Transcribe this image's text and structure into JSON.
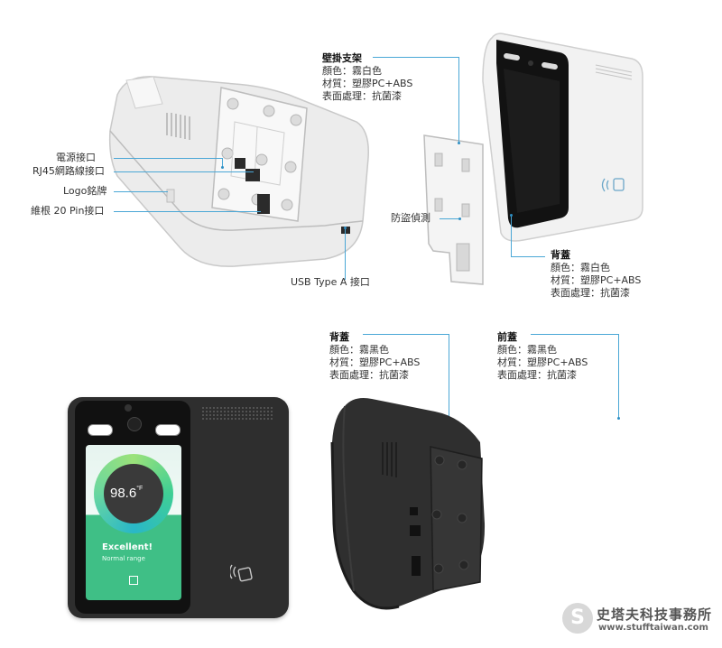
{
  "wall_bracket": {
    "title": "壁掛支架",
    "color": "顏色：霧白色",
    "material": "材質：塑膠PC+ABS",
    "finish": "表面處理：抗菌漆"
  },
  "back_cover_white": {
    "title": "背蓋",
    "color": "顏色：霧白色",
    "material": "材質：塑膠PC+ABS",
    "finish": "表面處理：抗菌漆"
  },
  "back_cover_black": {
    "title": "背蓋",
    "color": "顏色：霧黑色",
    "material": "材質：塑膠PC+ABS",
    "finish": "表面處理：抗菌漆"
  },
  "front_cover_black": {
    "title": "前蓋",
    "color": "顏色：霧黑色",
    "material": "材質：塑膠PC+ABS",
    "finish": "表面處理：抗菌漆"
  },
  "ports": {
    "power": "電源接口",
    "rj45": "RJ45網路線接口",
    "logo": "Logo銘牌",
    "pin20": "維根 20 Pin接口",
    "usb": "USB Type A 接口",
    "anti_theft": "防盜偵測"
  },
  "screen": {
    "temperature": "98.6",
    "unit": "°F",
    "status": "Excellent!",
    "range": "Normal range"
  },
  "watermark": {
    "name": "史塔夫科技事務所",
    "url": "www.stufftaiwan.com"
  },
  "colors": {
    "leader_line": "#4aa7d6",
    "device_black": "#2b2b2b",
    "device_white": "#f1f1f1",
    "screen_green": "#3fbf86"
  }
}
